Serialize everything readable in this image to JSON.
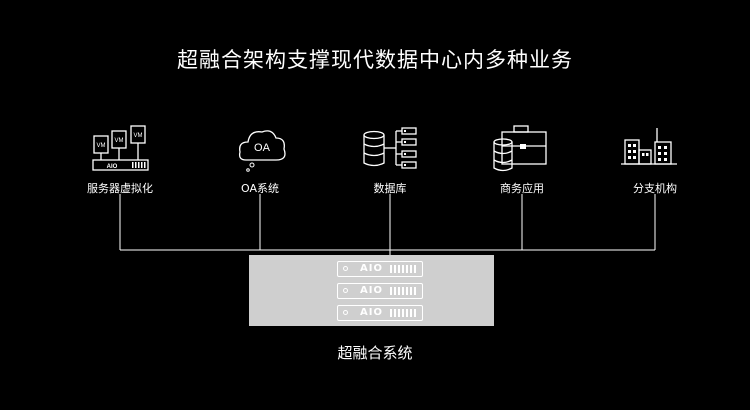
{
  "title": "超融合架构支撑现代数据中心内多种业务",
  "nodes": [
    {
      "label": "服务器虚拟化",
      "icon": "vm-server-icon"
    },
    {
      "label": "OA系统",
      "icon": "oa-cloud-icon"
    },
    {
      "label": "数据库",
      "icon": "database-icon"
    },
    {
      "label": "商务应用",
      "icon": "briefcase-database-icon"
    },
    {
      "label": "分支机构",
      "icon": "buildings-icon"
    }
  ],
  "vm_labels": [
    "VM",
    "VM",
    "VM"
  ],
  "vm_aio": "AIO",
  "oa_text": "OA",
  "system": {
    "label": "超融合系统",
    "servers": [
      "AIO",
      "AIO",
      "AIO"
    ]
  },
  "colors": {
    "background": "#000000",
    "line": "#ffffff",
    "box": "#cfcfcf"
  }
}
